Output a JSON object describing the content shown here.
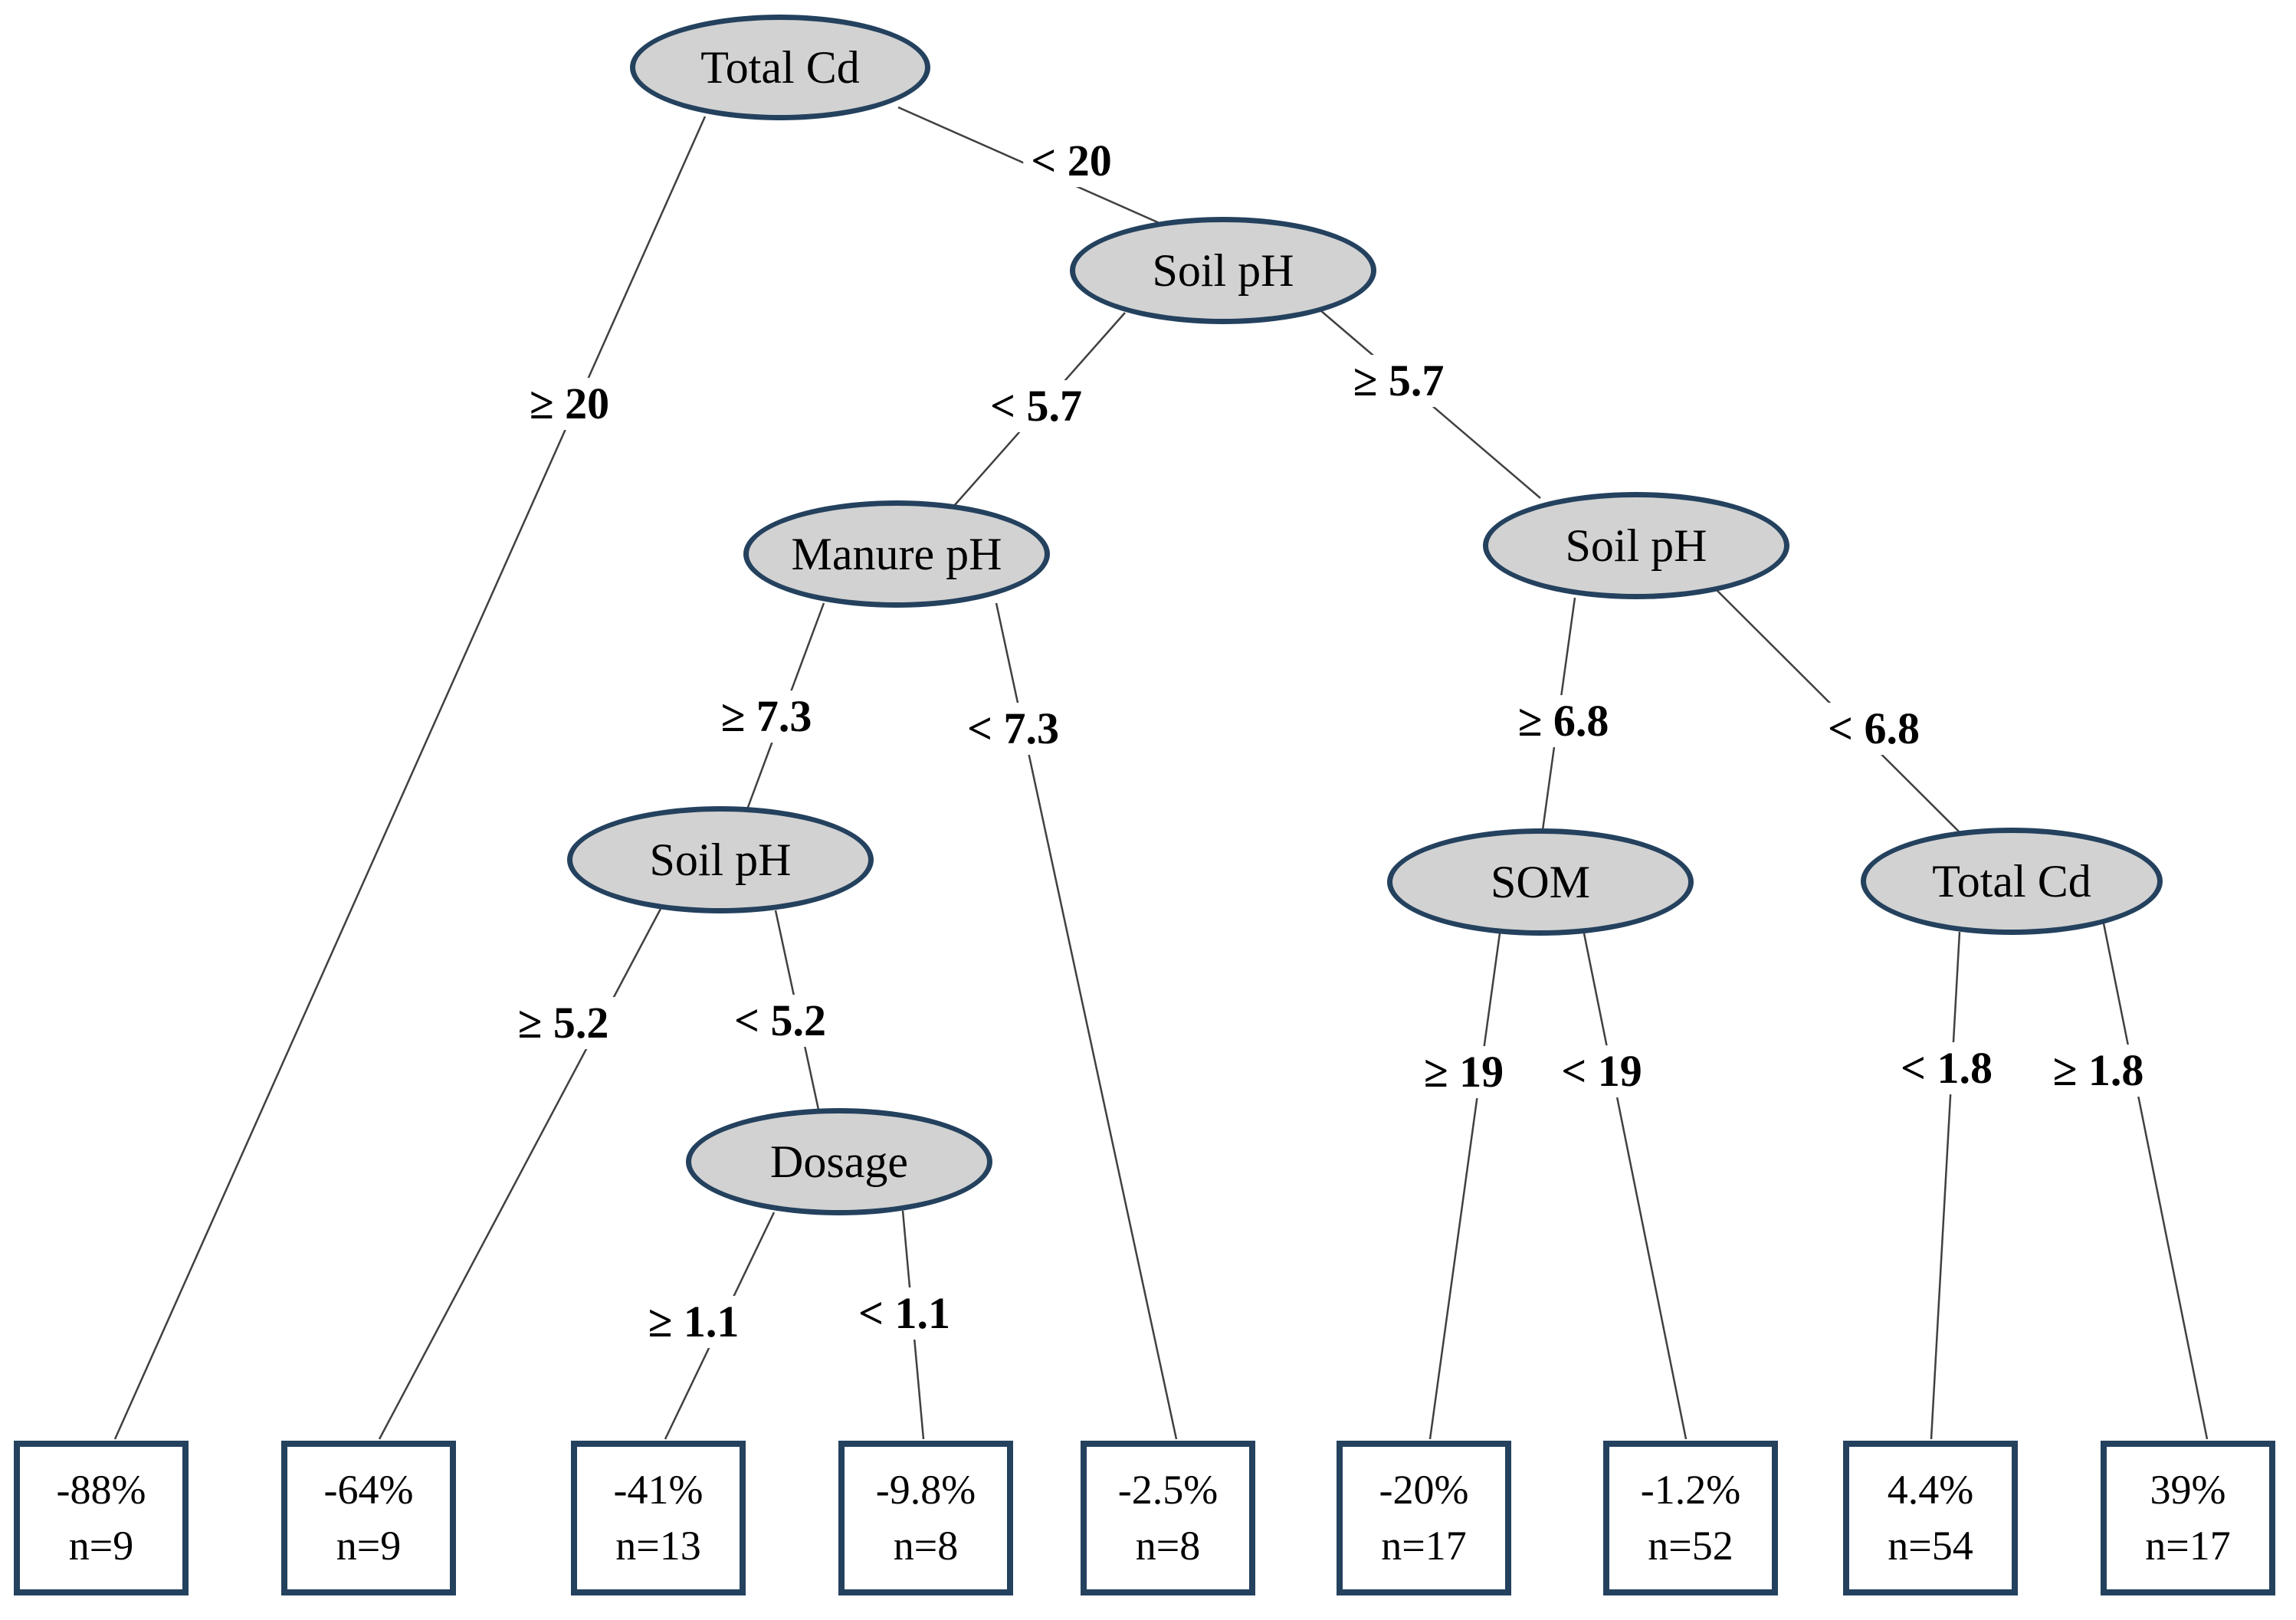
{
  "diagram": {
    "type": "regression-decision-tree",
    "background_color": "#ffffff",
    "node_fill_color": "#d2d2d2",
    "node_border_color": "#24415e",
    "connector_color": "#404040",
    "nodes": [
      {
        "id": "root",
        "label": "Total Cd"
      },
      {
        "id": "soilph-1",
        "label": "Soil pH"
      },
      {
        "id": "manureph",
        "label": "Manure pH"
      },
      {
        "id": "soilph-2",
        "label": "Soil pH"
      },
      {
        "id": "soilph-3",
        "label": "Soil pH"
      },
      {
        "id": "som",
        "label": "SOM"
      },
      {
        "id": "totalcd-2",
        "label": "Total Cd"
      },
      {
        "id": "dosage",
        "label": "Dosage"
      }
    ],
    "edges": [
      {
        "from": "root",
        "to": "leaf--88%",
        "label": "≥ 20"
      },
      {
        "from": "root",
        "to": "soilph-1",
        "label": "< 20"
      },
      {
        "from": "soilph-1",
        "to": "manureph",
        "label": "< 5.7"
      },
      {
        "from": "soilph-1",
        "to": "soilph-2",
        "label": "≥ 5.7"
      },
      {
        "from": "manureph",
        "to": "soilph-3",
        "label": "≥ 7.3"
      },
      {
        "from": "manureph",
        "to": "leaf--2.5%",
        "label": "< 7.3"
      },
      {
        "from": "soilph-3",
        "to": "leaf--64%",
        "label": "≥ 5.2"
      },
      {
        "from": "soilph-3",
        "to": "dosage",
        "label": "< 5.2"
      },
      {
        "from": "dosage",
        "to": "leaf--41%",
        "label": "≥ 1.1"
      },
      {
        "from": "dosage",
        "to": "leaf--9.8%",
        "label": "< 1.1"
      },
      {
        "from": "soilph-2",
        "to": "som",
        "label": "≥ 6.8"
      },
      {
        "from": "soilph-2",
        "to": "totalcd-2",
        "label": "< 6.8"
      },
      {
        "from": "som",
        "to": "leaf--20%",
        "label": "≥ 19"
      },
      {
        "from": "som",
        "to": "leaf--1.2%",
        "label": "< 19"
      },
      {
        "from": "totalcd-2",
        "to": "leaf-4.4%",
        "label": "< 1.8"
      },
      {
        "from": "totalcd-2",
        "to": "leaf-39%",
        "label": "≥ 1.8"
      }
    ],
    "leaves": [
      {
        "value": "-88%",
        "n": "n=9"
      },
      {
        "value": "-64%",
        "n": "n=9"
      },
      {
        "value": "-41%",
        "n": "n=13"
      },
      {
        "value": "-9.8%",
        "n": "n=8"
      },
      {
        "value": "-2.5%",
        "n": "n=8"
      },
      {
        "value": "-20%",
        "n": "n=17"
      },
      {
        "value": "-1.2%",
        "n": "n=52"
      },
      {
        "value": "4.4%",
        "n": "n=54"
      },
      {
        "value": "39%",
        "n": "n=17"
      }
    ]
  }
}
